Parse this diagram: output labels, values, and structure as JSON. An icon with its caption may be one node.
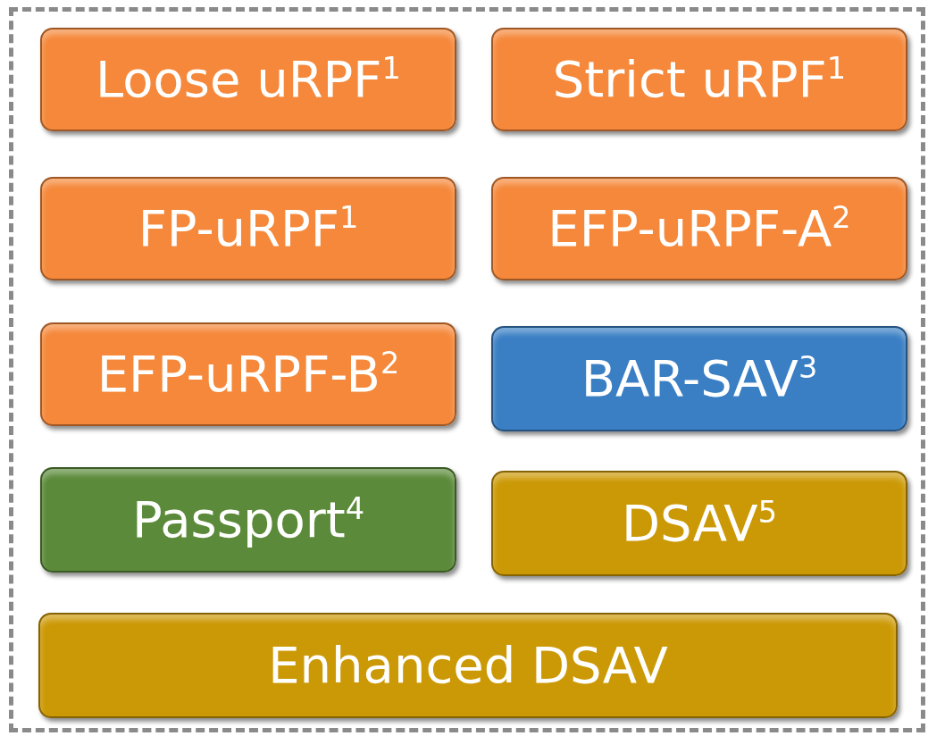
{
  "diagram": {
    "nodes": [
      {
        "text": [],
        "shape": "box"
      },
      {
        "text": [
          "Loose uRPF$^{1}$"
        ],
        "in": 0
      },
      {
        "text": [
          "Strict uRPF$^{1}$"
        ],
        "in": 0
      },
      {
        "text": [
          "FP-uRPF$^{1}$"
        ],
        "in": 0
      },
      {
        "text": [
          "EFP-uRPF-A$^{2}$"
        ],
        "in": 0
      },
      {
        "text": [
          "EFP-uRPF-B$^{2}$"
        ],
        "in": 0
      },
      {
        "text": [
          "BAR-SAV$^{3}$"
        ],
        "in": 0
      },
      {
        "text": [
          "Passport$^{4}$"
        ],
        "in": 0
      },
      {
        "text": [
          "DSAV$^{5}$"
        ],
        "in": 0
      },
      {
        "text": [
          "Enhanced DSAV"
        ],
        "in": 0
      }
    ],
    "edges": []
  }
}
